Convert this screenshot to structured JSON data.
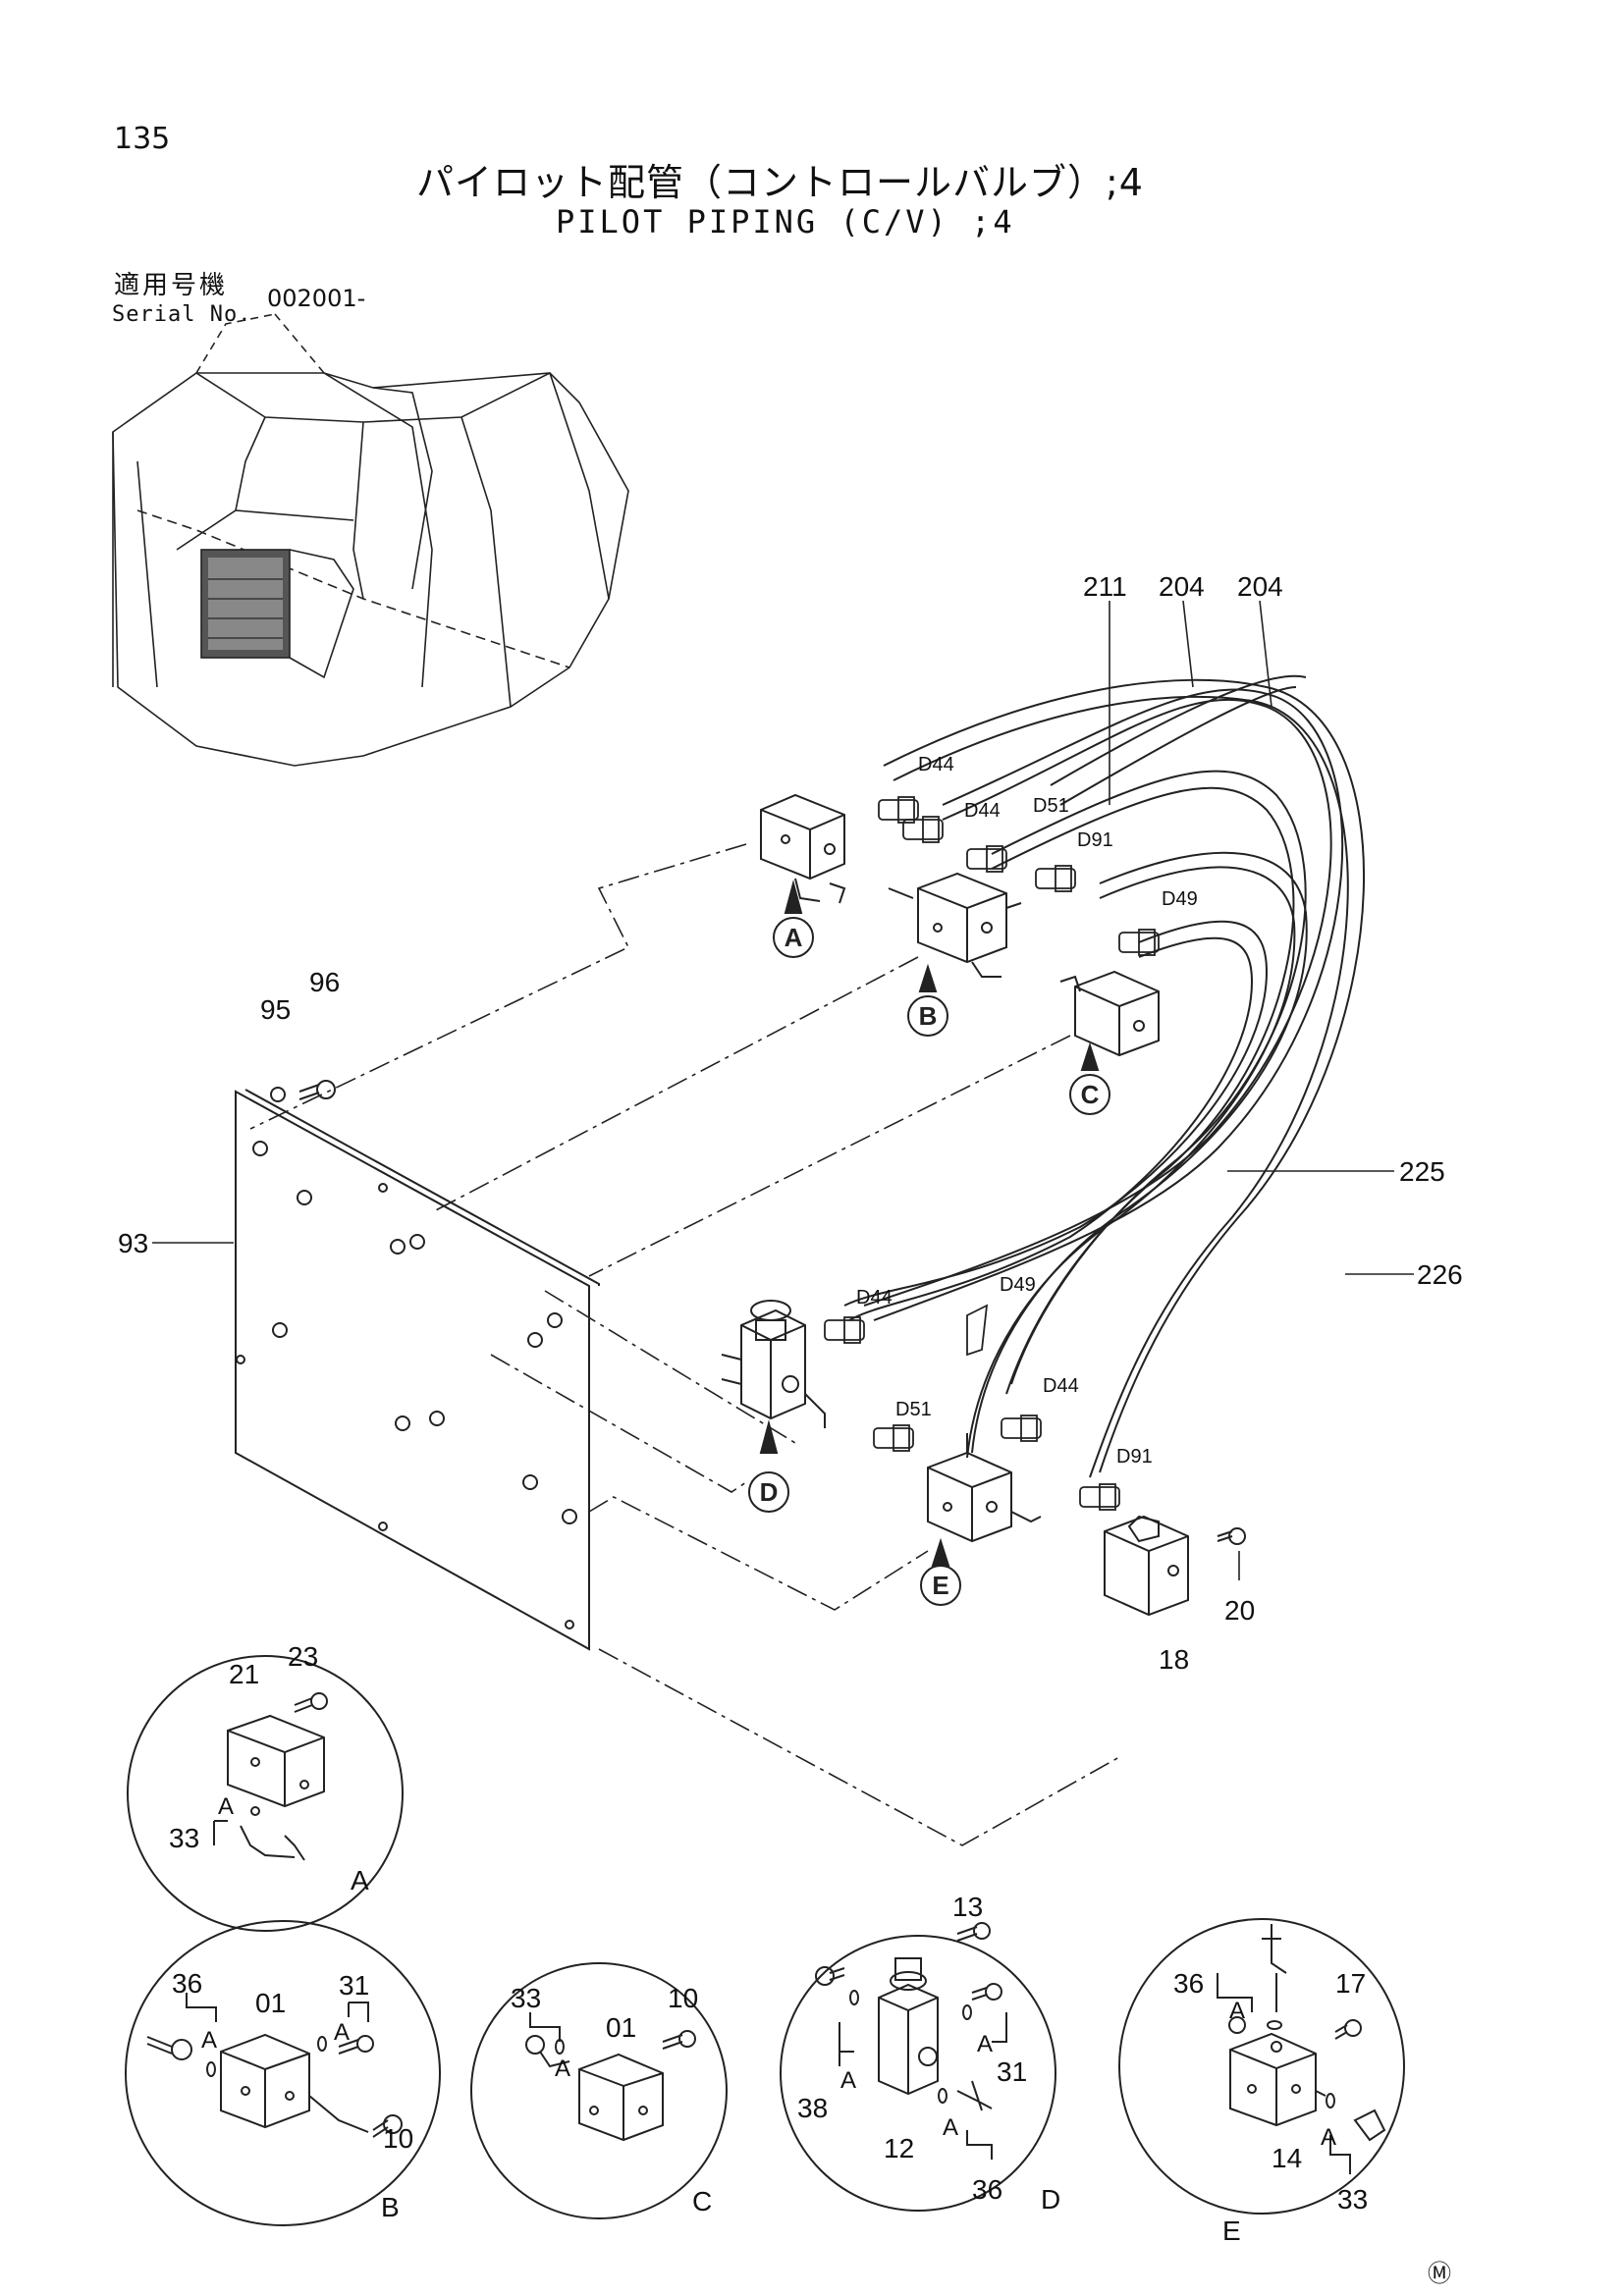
{
  "page_number": "135",
  "title_jp": "パイロット配管（コントロールバルブ）;4",
  "title_en": "PILOT PIPING (C/V) ;4",
  "serial": {
    "label_jp": "適用号機",
    "label_en": "Serial No.",
    "value": "002001-"
  },
  "callouts": {
    "p211": "211",
    "p204a": "204",
    "p204b": "204",
    "p225": "225",
    "p226": "226",
    "p93": "93",
    "p95": "95",
    "p96": "96",
    "p20": "20",
    "p18": "18"
  },
  "hose_labels": {
    "d44_1": "D44",
    "d44_2": "D44",
    "d51_1": "D51",
    "d91_1": "D91",
    "d49_1": "D49",
    "d44_3": "D44",
    "d49_2": "D49",
    "d51_2": "D51",
    "d44_4": "D44",
    "d91_2": "D91"
  },
  "circle_labels": {
    "a": "A",
    "b": "B",
    "c": "C",
    "d": "D",
    "e": "E"
  },
  "details": {
    "a": {
      "name": "A",
      "n21": "21",
      "n23": "23",
      "n33": "33",
      "a": "A"
    },
    "b": {
      "name": "B",
      "n36": "36",
      "n01": "01",
      "n31": "31",
      "n10": "10",
      "a1": "A",
      "a2": "A"
    },
    "c": {
      "name": "C",
      "n33": "33",
      "n01": "01",
      "n10": "10",
      "a": "A"
    },
    "d": {
      "name": "D",
      "n13": "13",
      "n38": "38",
      "n31": "31",
      "n12": "12",
      "n36": "36",
      "a1": "A",
      "a2": "A",
      "a3": "A"
    },
    "e": {
      "name": "E",
      "n36": "36",
      "n17": "17",
      "n14": "14",
      "n33": "33",
      "a1": "A",
      "a2": "A"
    }
  },
  "corner_mark": "Ⓜ"
}
